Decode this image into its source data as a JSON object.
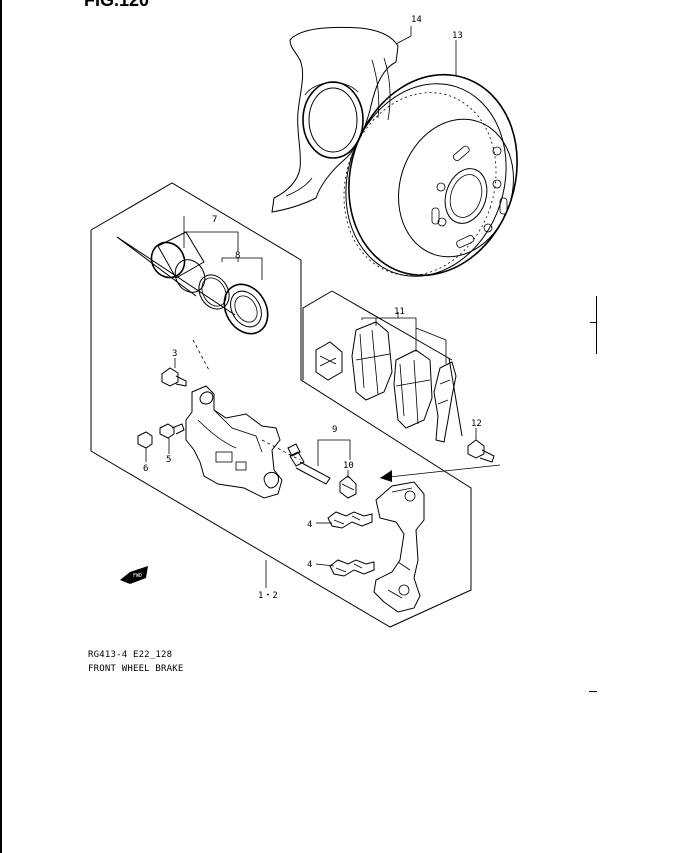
{
  "figure": {
    "title": "FIG.120",
    "code": "RG413-4 E22_128",
    "name": "FRONT WHEEL BRAKE"
  },
  "callouts": {
    "c14": "14",
    "c13": "13",
    "c7": "7",
    "c8": "8",
    "c11": "11",
    "c3": "3",
    "c12": "12",
    "c9": "9",
    "c10": "10",
    "c6": "6",
    "c5": "5",
    "c4a": "4",
    "c4b": "4",
    "c12b": "1・2"
  },
  "fwd_label": "FWD",
  "colors": {
    "ink": "#000000",
    "paper": "#ffffff"
  }
}
